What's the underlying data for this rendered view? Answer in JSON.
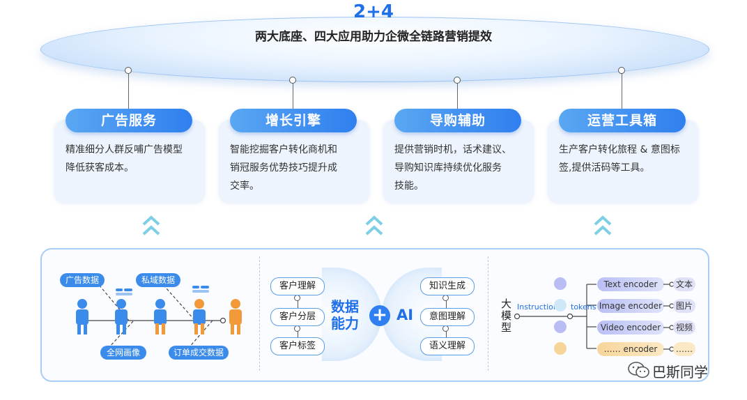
{
  "header": {
    "title": "2+4",
    "subtitle": "两大底座、四大应用助力企微全链路营销提效"
  },
  "cards": [
    {
      "title": "广告服务",
      "lines": [
        "精准细分人群反哺广告模型",
        "降低获客成本。"
      ]
    },
    {
      "title": "增长引擎",
      "lines": [
        "智能挖掘客户转化商机和",
        "销冠服务优势技巧提升成",
        "交率。"
      ]
    },
    {
      "title": "导购辅助",
      "lines": [
        "提供营销时机，话术建议、",
        "导购知识库持续优化服务",
        "技能。"
      ]
    },
    {
      "title": "运营工具箱",
      "lines": [
        "生产客户转化旅程 & 意图标",
        "签,提供活码等工具。"
      ]
    }
  ],
  "data_section": {
    "tags": [
      "广告数据",
      "私域数据",
      "全网画像",
      "订单成交数据"
    ]
  },
  "center": {
    "left_items": [
      "客户理解",
      "客户分层",
      "客户标签"
    ],
    "left_label_1": "数据",
    "left_label_2": "能力",
    "plus": "+",
    "right_label": "AI",
    "right_items": [
      "知识生成",
      "意图理解",
      "语义理解"
    ]
  },
  "model": {
    "label_chars": [
      "大",
      "模",
      "型"
    ],
    "instruction": "Instruction",
    "tokens": "tokens",
    "encoders": [
      "Text encoder",
      "Image encoder",
      "Video encoder",
      "…… encoder"
    ],
    "outputs": [
      "文本",
      "图片",
      "视频",
      "……"
    ],
    "circle_colors": [
      "#b9bdf3",
      "#cfe8f8",
      "#b9bdf3",
      "#f7d59a"
    ]
  },
  "watermark": "巴斯同学",
  "colors": {
    "accent": "#2f7ff0",
    "pill_light": "#5aa7f2",
    "card_bg": "#eef4fd",
    "chevron": "#7ecfe6",
    "person_blue": "#3b8bea",
    "person_orange": "#f29a3a"
  }
}
